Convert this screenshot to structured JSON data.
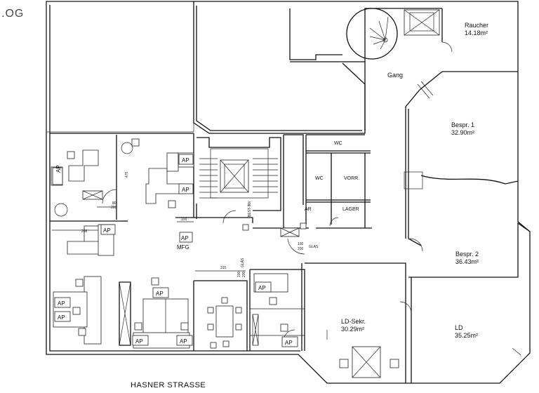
{
  "floor_label": ".OG",
  "street": "HASNER STRASSE",
  "rooms": [
    {
      "id": "raucher",
      "name": "Raucher",
      "area": "14.18m²"
    },
    {
      "id": "gang",
      "name": "Gang",
      "area": ""
    },
    {
      "id": "bespr1",
      "name": "Bespr. 1",
      "area": "32.90m²"
    },
    {
      "id": "bespr2",
      "name": "Bespr. 2",
      "area": "36.43m²"
    },
    {
      "id": "ldsekr",
      "name": "LD-Sekr.",
      "area": "30.29m²"
    },
    {
      "id": "ld",
      "name": "LD",
      "area": "35.25m²"
    },
    {
      "id": "wc1",
      "name": "WC",
      "area": ""
    },
    {
      "id": "wc2",
      "name": "WC",
      "area": ""
    },
    {
      "id": "vorr",
      "name": "VORR.",
      "area": ""
    },
    {
      "id": "ar",
      "name": "AR",
      "area": ""
    },
    {
      "id": "lager",
      "name": "LAGER",
      "area": ""
    }
  ],
  "workstation_label": "AP",
  "mfg_label": "MFG",
  "dimensions": {
    "d80": "80",
    "d200a": "200",
    "d475": "475",
    "d208": "208",
    "d100a": "100",
    "best": "BEST-INV",
    "d100b": "100",
    "d200b": "200",
    "glas": "GLAS",
    "d315": "315",
    "d100c": "100",
    "d200c": "200",
    "glas2": "GLAS"
  }
}
